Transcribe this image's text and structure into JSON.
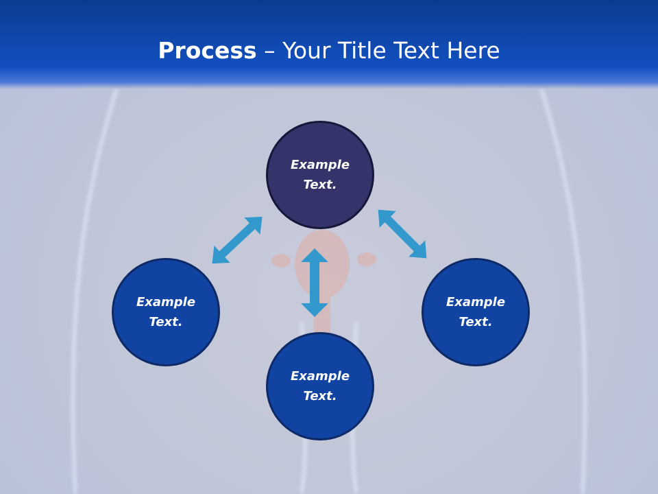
{
  "slide": {
    "title_bold": "Process",
    "title_rest": " – Your Title Text Here",
    "nodes": [
      {
        "line1": "Example",
        "line2": "Text."
      },
      {
        "line1": "Example",
        "line2": "Text."
      },
      {
        "line1": "Example",
        "line2": "Text."
      },
      {
        "line1": "Example",
        "line2": "Text."
      }
    ]
  },
  "colors": {
    "header": "#1250bf",
    "top_circle": "#34336a",
    "circle": "#1144a2",
    "arrow": "#3399cc"
  }
}
